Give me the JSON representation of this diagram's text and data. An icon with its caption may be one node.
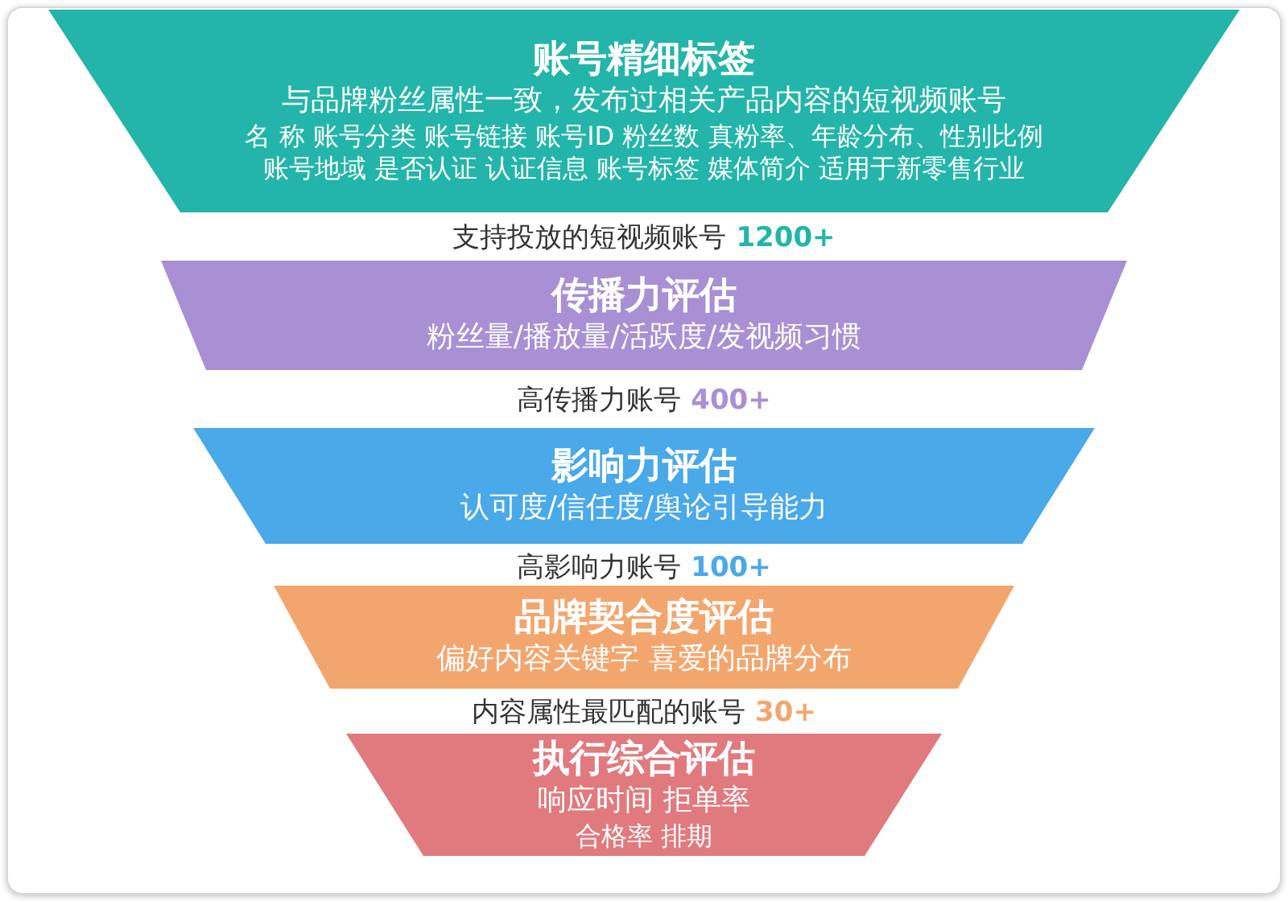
{
  "diagram": {
    "nodes": [
      {
        "text": [
          "账号精细标签",
          "与品牌粉丝属性一致，发布过相关产品内容的短视频账号",
          "名 称 账号分类 账号链接 账号ID 粉丝数 真粉率、年龄分布、性别比例",
          "账号地域 是否认证 认证信息 账号标签 媒体简介 适用于新零售行业"
        ]
      },
      {
        "text": [
          "传播力评估",
          "粉丝量/播放量/活跃度/发视频习惯"
        ]
      },
      {
        "text": [
          "影响力评估",
          "认可度/信任度/舆论引导能力"
        ]
      },
      {
        "text": [
          "品牌契合度评估",
          "偏好内容关键字 喜爱的品牌分布"
        ]
      },
      {
        "text": [
          "执行综合评估",
          "响应时间 拒单率",
          "合格率 排期"
        ]
      }
    ],
    "labels": [
      "支持投放的短视频账号",
      "1200+",
      "高传播力账号",
      "400+",
      "高影响力账号",
      "100+",
      "内容属性最匹配的账号",
      "30+"
    ]
  }
}
